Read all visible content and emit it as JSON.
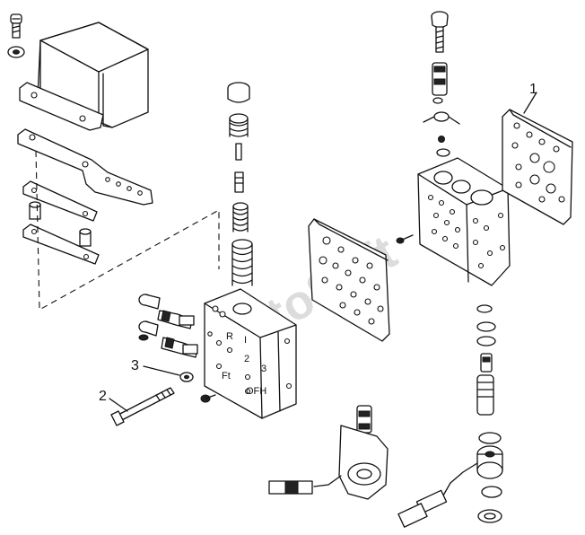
{
  "callouts": {
    "one": "1",
    "two": "2",
    "three": "3"
  },
  "valve_body_labels": {
    "r": "R",
    "i": "I",
    "two": "2",
    "three": "3",
    "ft": "Ft",
    "ofh": "OFH"
  },
  "watermark": "AutoSoft",
  "colors": {
    "line": "#111111",
    "watermark": "#9a9a9a"
  }
}
